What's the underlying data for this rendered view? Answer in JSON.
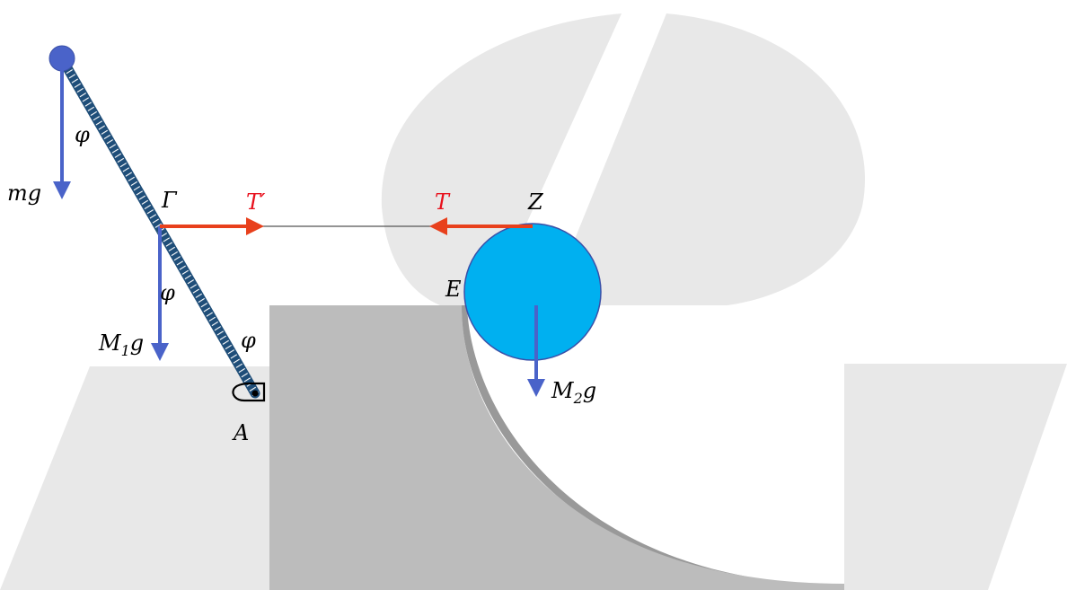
{
  "labels": {
    "mg": "mg",
    "phi_top": "φ",
    "gamma": "Γ",
    "t_prime": "T′",
    "t": "T",
    "z": "Z",
    "phi_mid": "φ",
    "m1g_main": "M",
    "m1g_sub": "1",
    "m1g_tail": "g",
    "phi_low": "φ",
    "e": "E",
    "a": "A",
    "m2g_main": "M",
    "m2g_sub": "2",
    "m2g_tail": "g"
  },
  "colors": {
    "weight_arrow": "#4a63c9",
    "tension_arrow": "#e8401c",
    "tension_label": "#e8101c",
    "ball_small": "#4a63c9",
    "cylinder": "#00b0f0",
    "block": "#bcbcbc",
    "background_shapes": "#e8e8e8",
    "rod": "#1f4e79",
    "text": "#000000"
  },
  "icons": {
    "pivot": "hinge-icon"
  }
}
